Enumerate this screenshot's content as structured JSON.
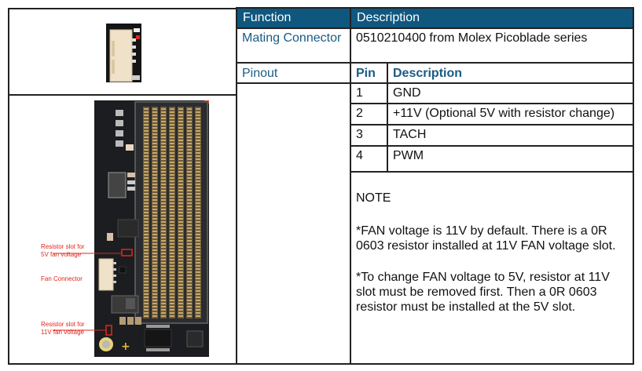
{
  "header": {
    "function_label": "Function",
    "description_label": "Description"
  },
  "rows": {
    "mating_connector": {
      "label": "Mating Connector",
      "value": "0510210400 from Molex Picoblade series"
    },
    "pinout": {
      "label": "Pinout",
      "pin_header": "Pin",
      "desc_header": "Description",
      "pins": [
        {
          "pin": "1",
          "description": "GND"
        },
        {
          "pin": "2",
          "description": "+11V (Optional 5V with resistor change)"
        },
        {
          "pin": "3",
          "description": "TACH"
        },
        {
          "pin": "4",
          "description": "PWM"
        }
      ]
    }
  },
  "note": {
    "title": "NOTE",
    "paragraph1_line1": "*FAN voltage is 11V by default. There is a 0R",
    "paragraph1_line2": "0603 resistor installed at 11V FAN voltage slot.",
    "paragraph2_line1": "*To change FAN voltage to 5V, resistor at 11V",
    "paragraph2_line2": "slot must be removed first. Then a 0R 0603",
    "paragraph2_line3": "resistor must be installed at the 5V slot."
  },
  "board_annotations": {
    "resistor_5v_line1": "Resistor slot for",
    "resistor_5v_line2": "5V fan voltage",
    "fan_connector": "Fan Connector",
    "resistor_11v_line1": "Resistor slot for",
    "resistor_11v_line2": "11V fan voltage"
  },
  "colors": {
    "header_bg": "#0f577f",
    "label_blue": "#1a5b85",
    "annotation_red": "#e1261c"
  }
}
